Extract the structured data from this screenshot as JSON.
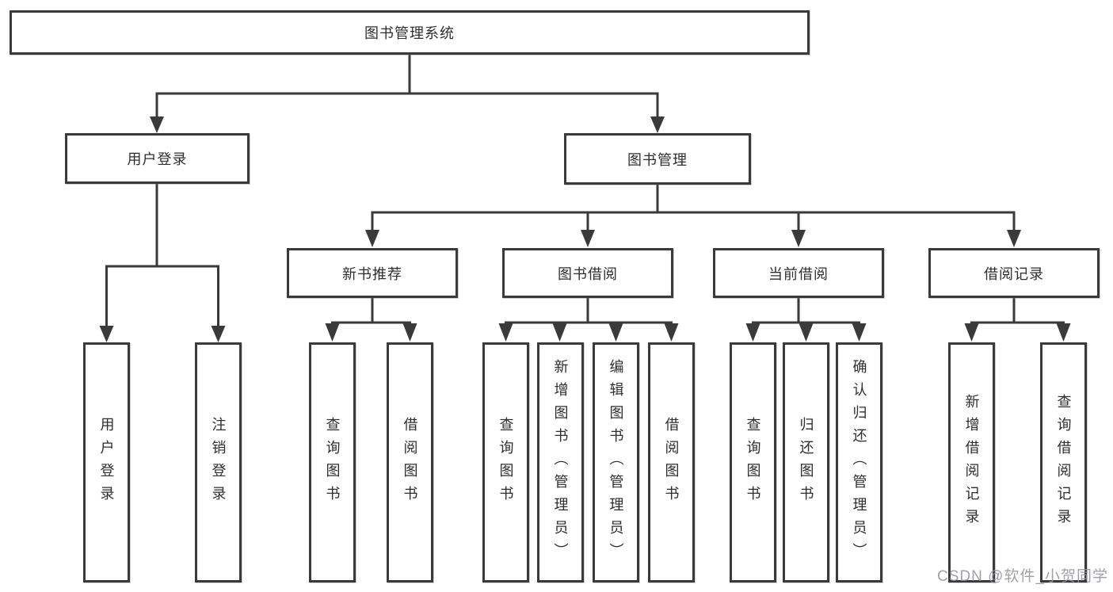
{
  "diagram_title": "图书管理系统",
  "colors": {
    "line": "#3a3a3a",
    "box_border": "#3a3a3a",
    "box_fill": "#ffffff",
    "text": "#2e2e2e",
    "watermark": "#949498"
  },
  "tree": {
    "root": {
      "label": "图书管理系统"
    },
    "branches": [
      {
        "label": "用户登录",
        "children": [
          {
            "label": "用户登录"
          },
          {
            "label": "注销登录"
          }
        ]
      },
      {
        "label": "图书管理",
        "children": [
          {
            "label": "新书推荐",
            "children": [
              {
                "label": "查询图书"
              },
              {
                "label": "借阅图书"
              }
            ]
          },
          {
            "label": "图书借阅",
            "children": [
              {
                "label": "查询图书"
              },
              {
                "label": "新增图书（管理员）"
              },
              {
                "label": "编辑图书（管理员）"
              },
              {
                "label": "借阅图书"
              }
            ]
          },
          {
            "label": "当前借阅",
            "children": [
              {
                "label": "查询图书"
              },
              {
                "label": "归还图书"
              },
              {
                "label": "确认归还（管理员）"
              }
            ]
          },
          {
            "label": "借阅记录",
            "children": [
              {
                "label": "新增借阅记录"
              },
              {
                "label": "查询借阅记录"
              }
            ]
          }
        ]
      }
    ]
  },
  "watermark": {
    "text": "CSDN @软件_小贺同学"
  }
}
